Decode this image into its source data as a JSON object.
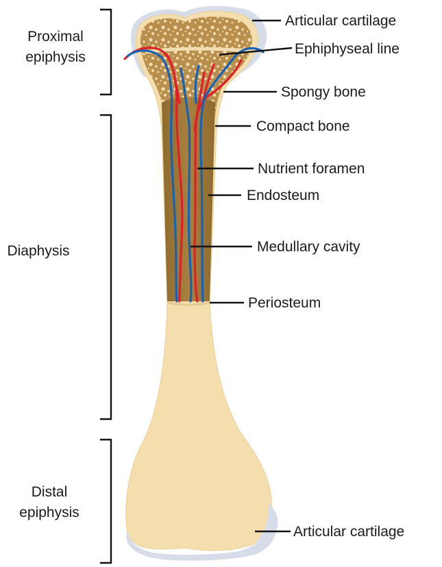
{
  "title": "",
  "colors": {
    "bone": "#f5deae",
    "cartilage": "#d7dde8",
    "spongy_bone": "#b88f4c",
    "marrow": "#a07a3a",
    "artery": "#e02028",
    "vein": "#1662b4"
  },
  "regions": {
    "proximal_line1": "Proximal",
    "proximal_line2": "epiphysis",
    "diaphysis": "Diaphysis",
    "distal_line1": "Distal",
    "distal_line2": "epiphysis"
  },
  "labels": {
    "articular_cartilage_top": "Articular cartilage",
    "epiphyseal_line": "Ephiphyseal line",
    "spongy_bone": "Spongy bone",
    "compact_bone": "Compact bone",
    "nutrient_foramen": "Nutrient foramen",
    "endosteum": "Endosteum",
    "medullary_cavity": "Medullary cavity",
    "periosteum": "Periosteum",
    "articular_cartilage_bottom": "Articular cartilage"
  }
}
